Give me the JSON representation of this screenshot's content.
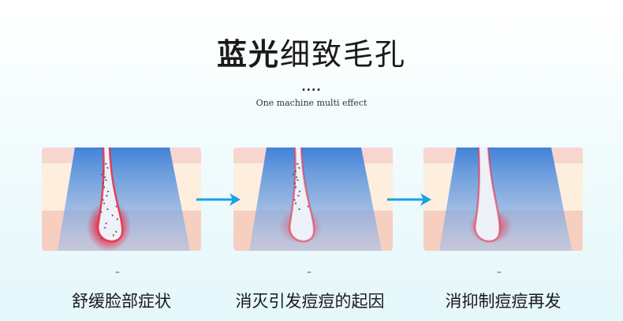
{
  "title": {
    "bold": "蓝光",
    "rest": "细致毛孔"
  },
  "dots": "....",
  "subtitle": "One machine multi effect",
  "steps": [
    {
      "caption": "舒缓脸部症状",
      "dash": "–",
      "state": "inflamed"
    },
    {
      "caption": "消灭引发痘痘的起因",
      "dash": "–",
      "state": "clearing"
    },
    {
      "caption": "消抑制痘痘再发",
      "dash": "–",
      "state": "clear"
    }
  ],
  "colors": {
    "arrow": "#1aa0e6",
    "beam": "#3a7fd8",
    "inflame": "#e8324a"
  }
}
